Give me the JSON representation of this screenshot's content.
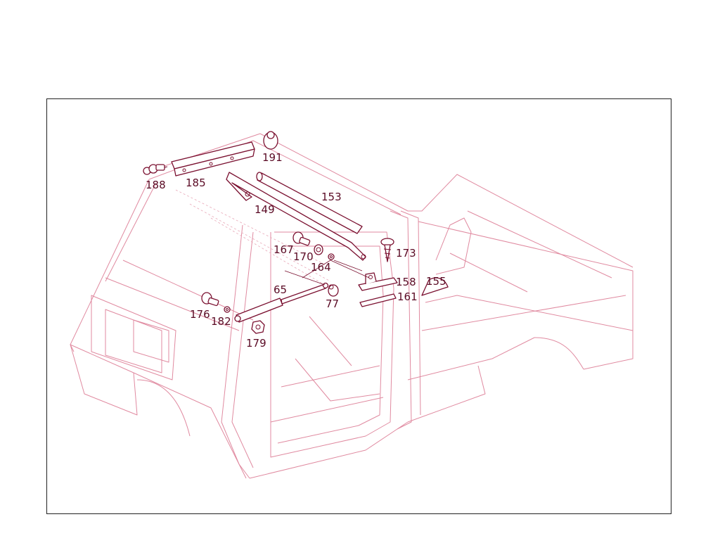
{
  "diagram": {
    "colors": {
      "line": "#e08aa0",
      "part": "#7a1030",
      "text": "#5a0a24",
      "frame": "#222222"
    },
    "callouts": {
      "c188": "188",
      "c185": "185",
      "c191": "191",
      "c153": "153",
      "c149": "149",
      "c167": "167",
      "c170": "170",
      "c164": "164",
      "c173": "173",
      "c65": "65",
      "c158": "158",
      "c155": "155",
      "c161": "161",
      "c77": "77",
      "c176": "176",
      "c182": "182",
      "c179": "179"
    }
  }
}
